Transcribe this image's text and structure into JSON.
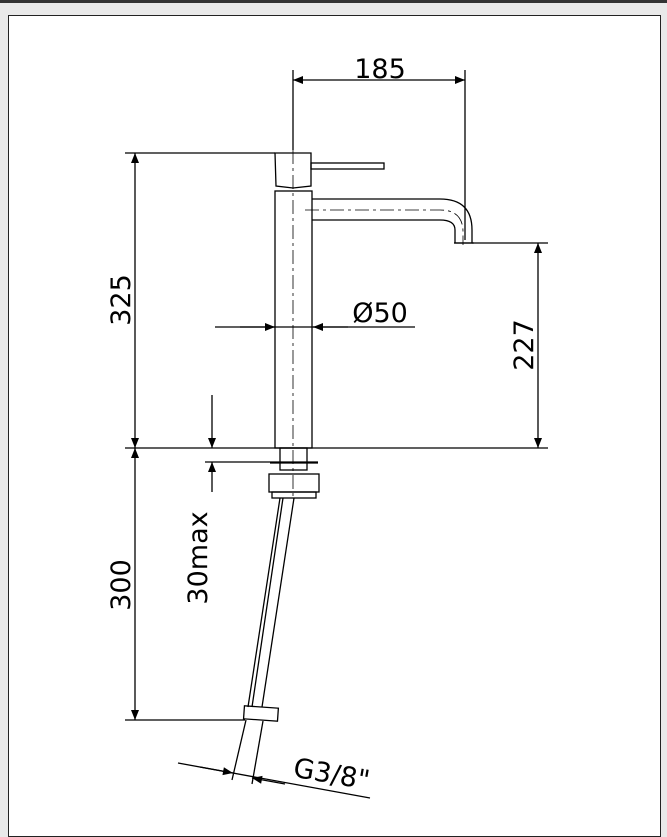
{
  "dimensions": {
    "spout_reach": "185",
    "total_height": "325",
    "spout_height": "227",
    "body_diameter": "Ø50",
    "max_deck_thickness": "30max",
    "hose_length": "300",
    "hose_thread": "G3/8\""
  },
  "colors": {
    "line": "#000000",
    "frame_bar": "#333333",
    "background": "#ffffff"
  }
}
